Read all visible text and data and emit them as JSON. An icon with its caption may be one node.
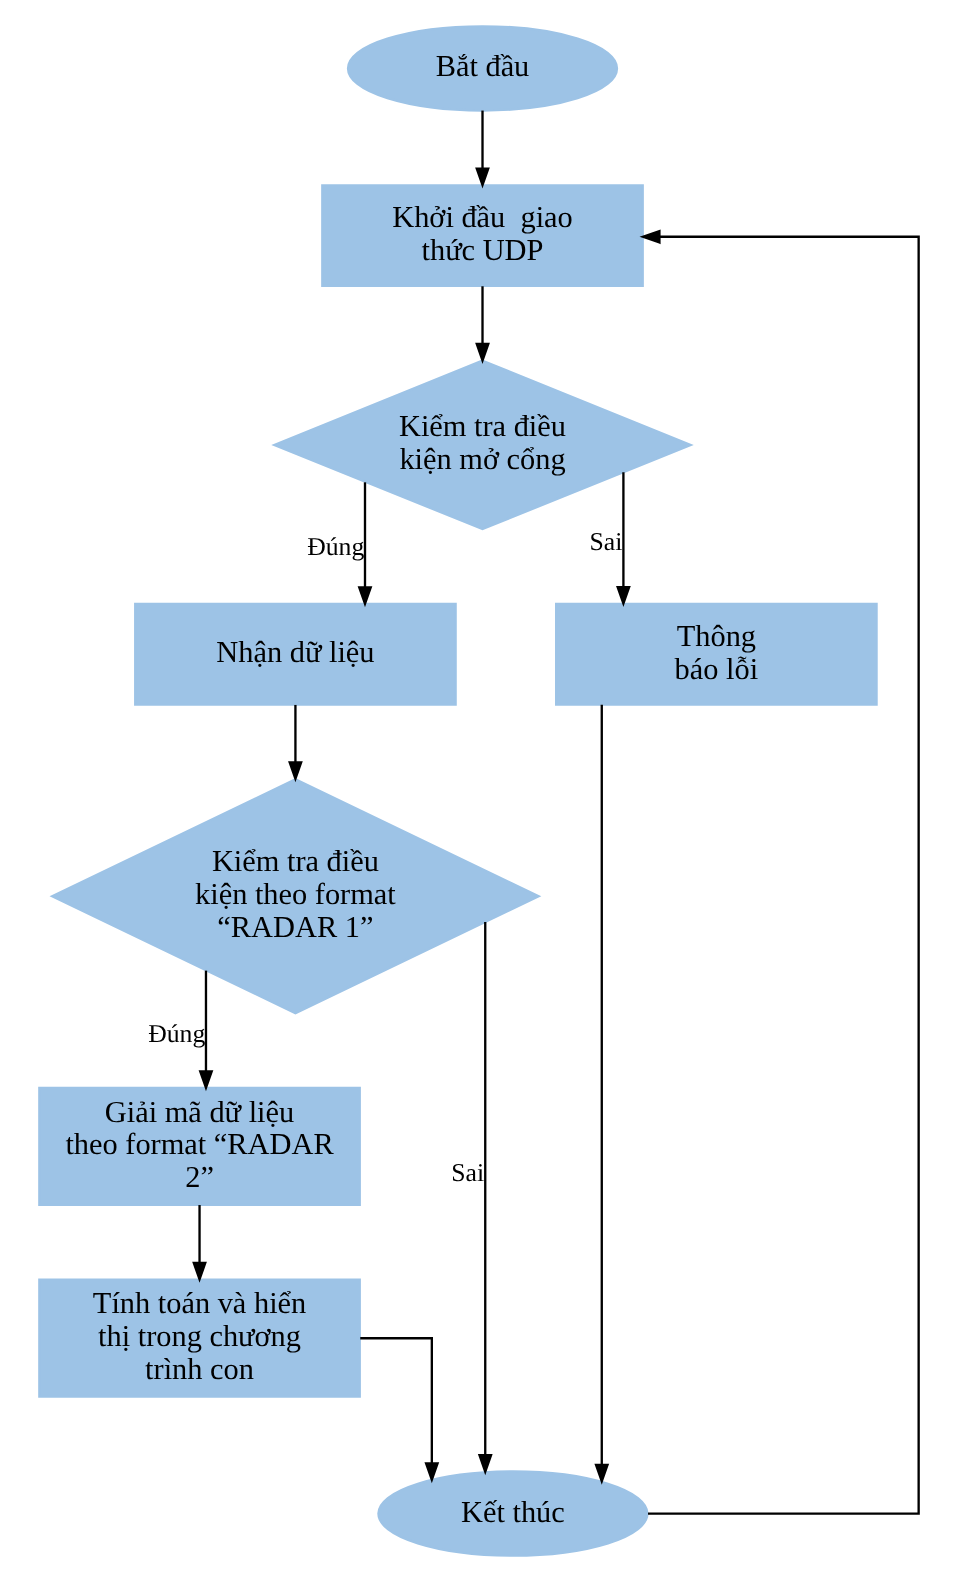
{
  "diagram": {
    "nodes": [
      {
        "text": [
          "Bắt đầu"
        ]
      },
      {
        "text": [
          "Khởi đầu  giao thức UDP"
        ]
      },
      {
        "text": [
          "Kiểm tra điều kiện mở cổng"
        ]
      },
      {
        "text": [
          "Nhận dữ liệu"
        ]
      },
      {
        "text": [
          "Thông báo lỗi"
        ]
      },
      {
        "text": [
          "Kiểm tra điều kiện theo format “RADAR 1”"
        ]
      },
      {
        "text": [
          "Giải mã dữ liệu theo format “RADAR 2”"
        ]
      },
      {
        "text": [
          "Tính toán và hiển thị trong chương trình con"
        ]
      },
      {
        "text": [
          "Kết thúc"
        ]
      }
    ],
    "edges": [
      {
        "from": 0,
        "to": 1,
        "arrow": "to"
      },
      {
        "from": 1,
        "to": 2,
        "arrow": "to"
      },
      {
        "from": 2,
        "to": 3,
        "label": "Đúng",
        "arrow": "to"
      },
      {
        "from": 2,
        "to": 4,
        "label": "Sai",
        "arrow": "to"
      },
      {
        "from": 3,
        "to": 5,
        "arrow": "to"
      },
      {
        "from": 5,
        "to": 6,
        "label": "Đúng",
        "arrow": "to"
      },
      {
        "from": 6,
        "to": 7,
        "arrow": "to"
      },
      {
        "from": 7,
        "to": 8,
        "arrow": "to"
      },
      {
        "from": 5,
        "to": 8,
        "label": "Sai",
        "arrow": "to"
      },
      {
        "from": 4,
        "to": 8,
        "arrow": "to"
      },
      {
        "from": 8,
        "to": 1,
        "arrow": "to"
      }
    ]
  }
}
